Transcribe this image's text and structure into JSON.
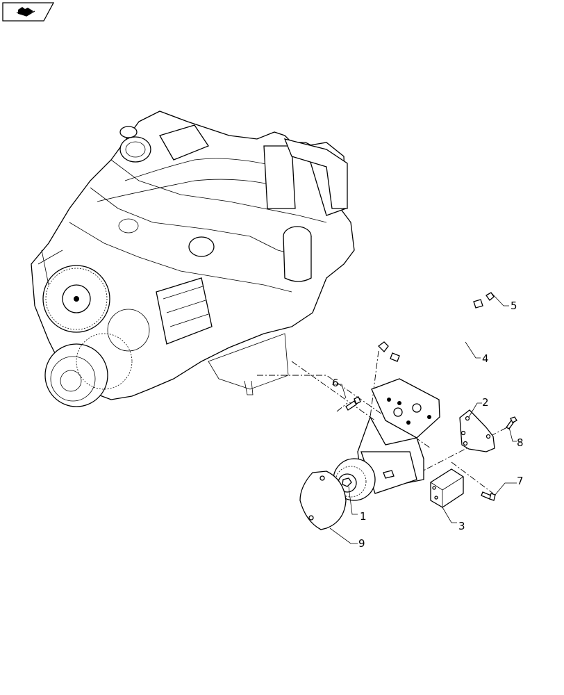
{
  "nav_icon": "book-navigation-icon",
  "callouts": {
    "c1": "1",
    "c2": "2",
    "c3": "3",
    "c4": "4",
    "c5": "5",
    "c6": "6",
    "c7": "7",
    "c8": "8",
    "c9": "9"
  }
}
